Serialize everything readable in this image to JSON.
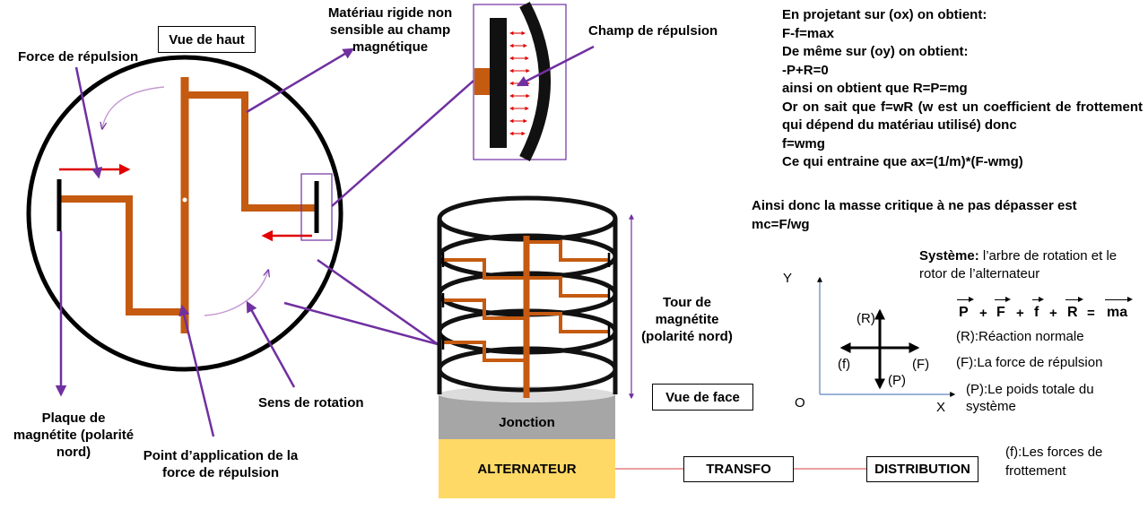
{
  "labels": {
    "force_repulsion": "Force de répulsion",
    "vue_haut": "Vue de haut",
    "materiau": "Matériau rigide non sensible au champ magnétique",
    "champ": "Champ de répulsion",
    "plaque": "Plaque de magnétite (polarité nord)",
    "point_application": "Point d’application de la force de répulsion",
    "sens_rotation": "Sens de rotation",
    "tour": "Tour de magnétite (polarité nord)",
    "vue_face": "Vue de face",
    "jonction": "Jonction",
    "alternateur": "ALTERNATEUR",
    "transfo": "TRANSFO",
    "distribution": "DISTRIBUTION"
  },
  "equations": {
    "lines": [
      "En projetant sur (ox) on obtient:",
      "F-f=max",
      "De même sur (oy) on obtient:",
      "-P+R=0",
      "ainsi on obtient que R=P=mg",
      "Or on sait que f=wR (w est un coefficient de frottement qui dépend du matériau utilisé) donc",
      "f=wmg",
      "Ce qui entraine que ax=(1/m)*(F-wmg)"
    ],
    "conclusion": "Ainsi donc la masse critique à ne pas dépasser est mc=F/wg"
  },
  "system": {
    "title": "Système:",
    "description": "l’arbre de rotation et le rotor de l’alternateur",
    "vector_eq": {
      "P": "P",
      "F": "F",
      "f": "f",
      "R": "R",
      "ma": "ma",
      "plus": "+",
      "equals": "="
    },
    "axes": {
      "y": "Y",
      "x": "X",
      "origin": "O"
    },
    "force_labels": {
      "R": "(R)",
      "f": "(f)",
      "F": "(F)",
      "P": "(P)"
    },
    "legend": [
      "(R):Réaction normale",
      "(F):La force de répulsion",
      "(P):Le poids totale du système",
      "(f):Les forces de frottement"
    ]
  },
  "colors": {
    "rotor": "#c55a11",
    "annotation": "#7030a0",
    "force_arrow": "#e00000",
    "junction": "#a6a6a6",
    "alternator": "#ffd966",
    "connector": "#e06666"
  }
}
